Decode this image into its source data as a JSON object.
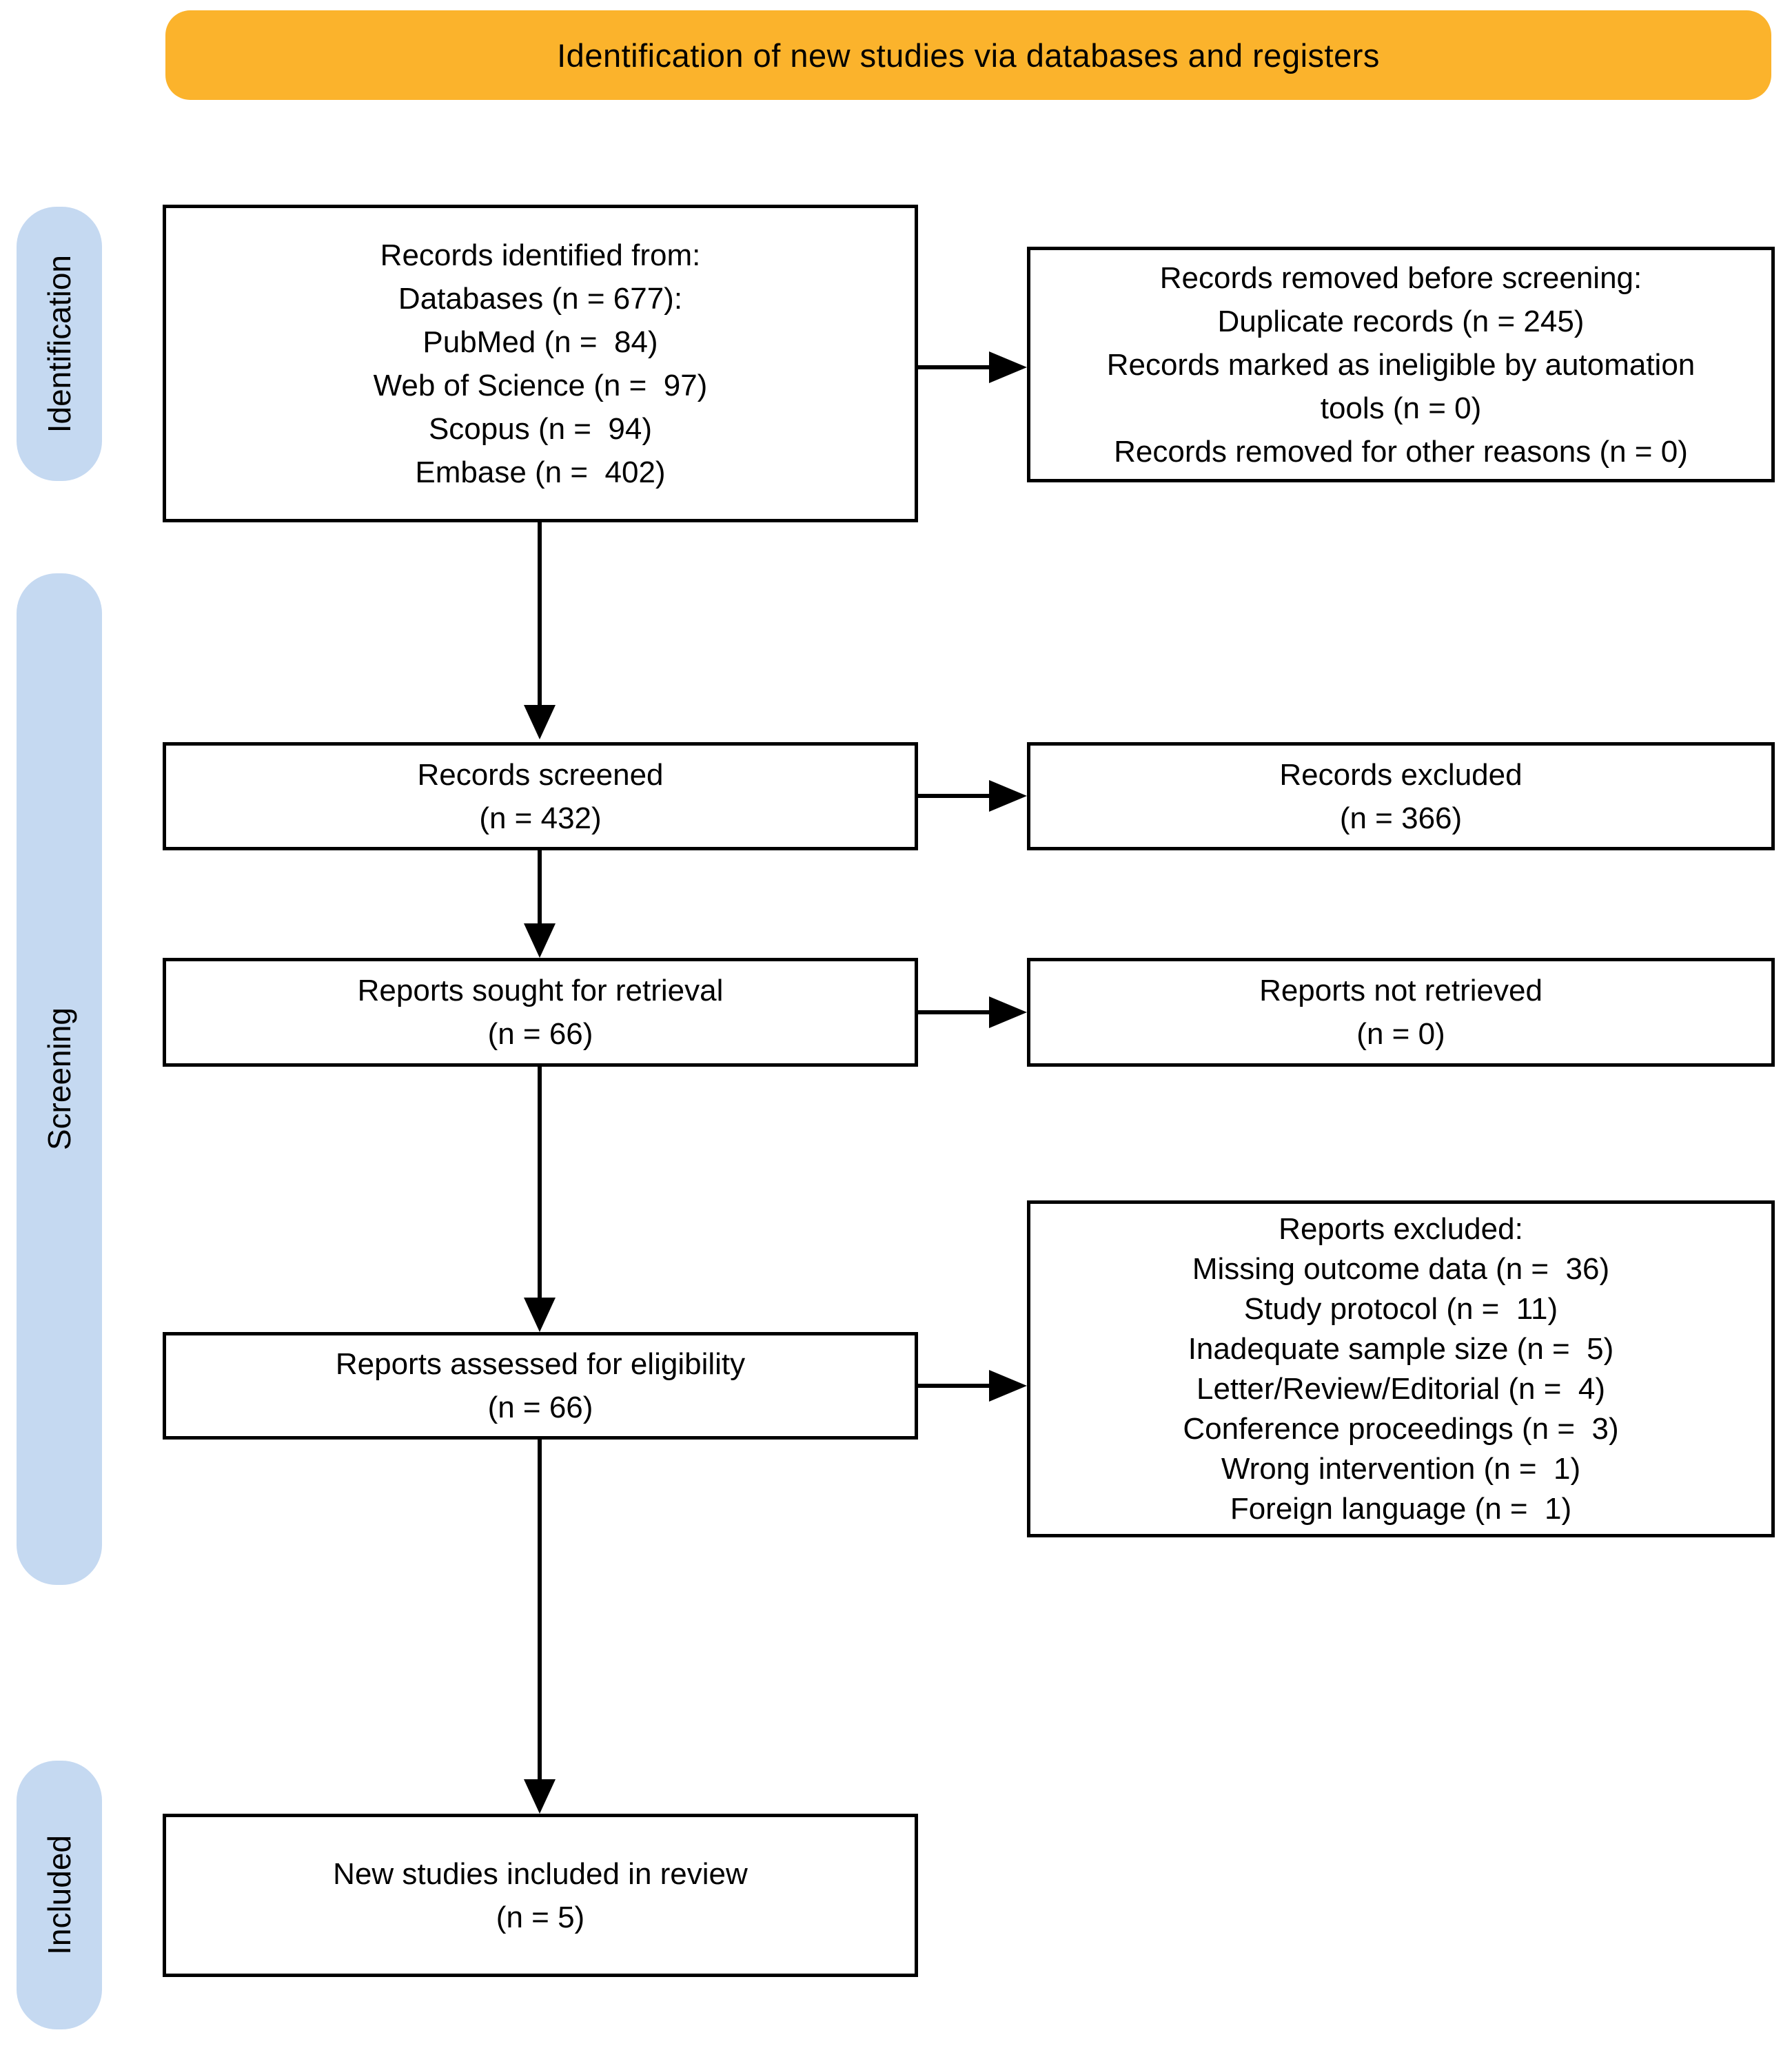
{
  "banner": {
    "title": "Identification of new studies via databases and registers"
  },
  "colors": {
    "banner_bg": "#FBB32C",
    "stage_pill_bg": "#C5D9F1",
    "box_border": "#000000",
    "arrow": "#000000"
  },
  "stages": [
    {
      "id": "identification",
      "label": "Identification"
    },
    {
      "id": "screening",
      "label": "Screening"
    },
    {
      "id": "included",
      "label": "Included"
    }
  ],
  "boxes": {
    "records_identified": {
      "lines": [
        "Records identified from:",
        "Databases (n = 677):",
        "PubMed (n =  84)",
        "Web of Science (n =  97)",
        "Scopus (n =  94)",
        "Embase (n =  402)"
      ]
    },
    "records_removed": {
      "lines": [
        "Records removed before screening:",
        "Duplicate records (n = 245)",
        "Records marked as ineligible by automation",
        "tools (n = 0)",
        "Records removed for other reasons (n = 0)"
      ]
    },
    "records_screened": {
      "lines": [
        "Records screened",
        "(n = 432)"
      ]
    },
    "records_excluded": {
      "lines": [
        "Records excluded",
        "(n = 366)"
      ]
    },
    "reports_sought": {
      "lines": [
        "Reports sought for retrieval",
        "(n = 66)"
      ]
    },
    "reports_not_retrieved": {
      "lines": [
        "Reports not retrieved",
        "(n = 0)"
      ]
    },
    "reports_assessed": {
      "lines": [
        "Reports assessed for eligibility",
        "(n = 66)"
      ]
    },
    "reports_excluded": {
      "lines": [
        "Reports excluded:",
        "Missing outcome data (n =  36)",
        "Study protocol (n =  11)",
        "Inadequate sample size (n =  5)",
        "Letter/Review/Editorial (n =  4)",
        "Conference proceedings (n =  3)",
        "Wrong intervention (n =  1)",
        "Foreign language (n =  1)"
      ]
    },
    "included_studies": {
      "lines": [
        "New studies included in review",
        "(n = 5)"
      ]
    }
  }
}
